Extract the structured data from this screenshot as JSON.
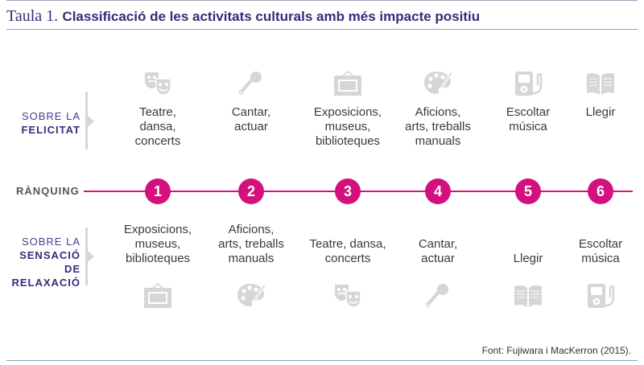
{
  "title": {
    "prefix": "Taula 1.",
    "main": "Classificació de les activitats culturals amb més impacte positiu"
  },
  "rows": {
    "happiness": {
      "line1": "SOBRE LA",
      "line2": "FELICITAT"
    },
    "relax": {
      "line1": "SOBRE LA",
      "line2": "SENSACIÓ DE",
      "line3": "RELAXACIÓ"
    },
    "ranking": "RÀNQUING"
  },
  "ranks": [
    "1",
    "2",
    "3",
    "4",
    "5",
    "6"
  ],
  "happiness_items": [
    {
      "label": "Teatre,\ndansa,\nconcerts",
      "icon": "theater-masks-icon"
    },
    {
      "label": "Cantar,\nactuar",
      "icon": "microphone-icon"
    },
    {
      "label": "Exposicions,\nmuseus,\nbiblioteques",
      "icon": "picture-frame-icon"
    },
    {
      "label": "Aficions,\narts, treballs\nmanuals",
      "icon": "palette-icon"
    },
    {
      "label": "Escoltar\nmúsica",
      "icon": "music-player-icon"
    },
    {
      "label": "Llegir",
      "icon": "open-book-icon"
    }
  ],
  "relax_items": [
    {
      "label": "Exposicions,\nmuseus,\nbiblioteques",
      "icon": "picture-frame-icon"
    },
    {
      "label": "Aficions,\narts, treballs\nmanuals",
      "icon": "palette-icon"
    },
    {
      "label": "Teatre, dansa,\nconcerts",
      "icon": "theater-masks-icon"
    },
    {
      "label": "Cantar,\nactuar",
      "icon": "microphone-icon"
    },
    {
      "label": "Llegir",
      "icon": "open-book-icon"
    },
    {
      "label": "Escoltar\nmúsica",
      "icon": "music-player-icon"
    }
  ],
  "source": "Font: Fujiwara i MacKerron (2015).",
  "colors": {
    "accent": "#d4107c",
    "title": "#3a2a7a",
    "icon": "#d6d6d6"
  }
}
